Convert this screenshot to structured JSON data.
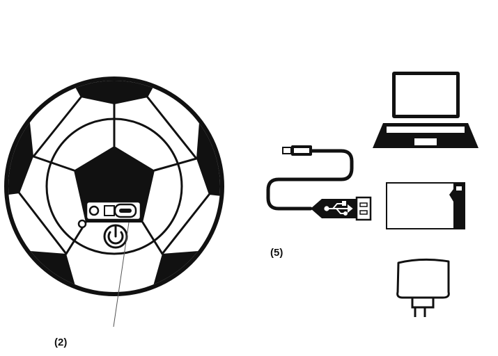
{
  "callouts": {
    "ball_port": "(2)",
    "cable_chargers": "(5)"
  },
  "colors": {
    "ink": "#111111",
    "paper": "#ffffff",
    "leader_line": "#555555"
  },
  "icons": [
    "soccer-ball-lamp",
    "usb-port",
    "power-button-icon",
    "indicator-light",
    "usb-cable",
    "usb-symbol-icon",
    "laptop-icon",
    "power-bank-icon",
    "wall-adapter-icon"
  ]
}
